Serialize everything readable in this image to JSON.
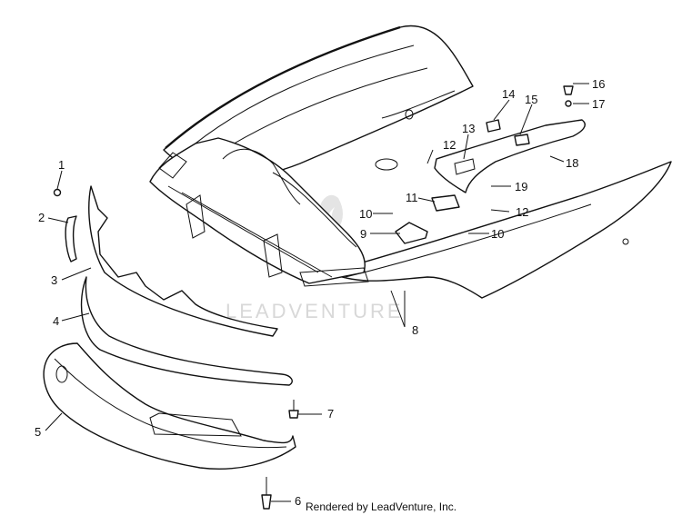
{
  "watermark": "LEADVENTURE",
  "credit": "Rendered by LeadVenture, Inc.",
  "callouts": [
    "1",
    "2",
    "3",
    "4",
    "5",
    "6",
    "7",
    "8",
    "9",
    "10",
    "10",
    "11",
    "12",
    "12",
    "13",
    "14",
    "15",
    "16",
    "17",
    "18",
    "19"
  ]
}
